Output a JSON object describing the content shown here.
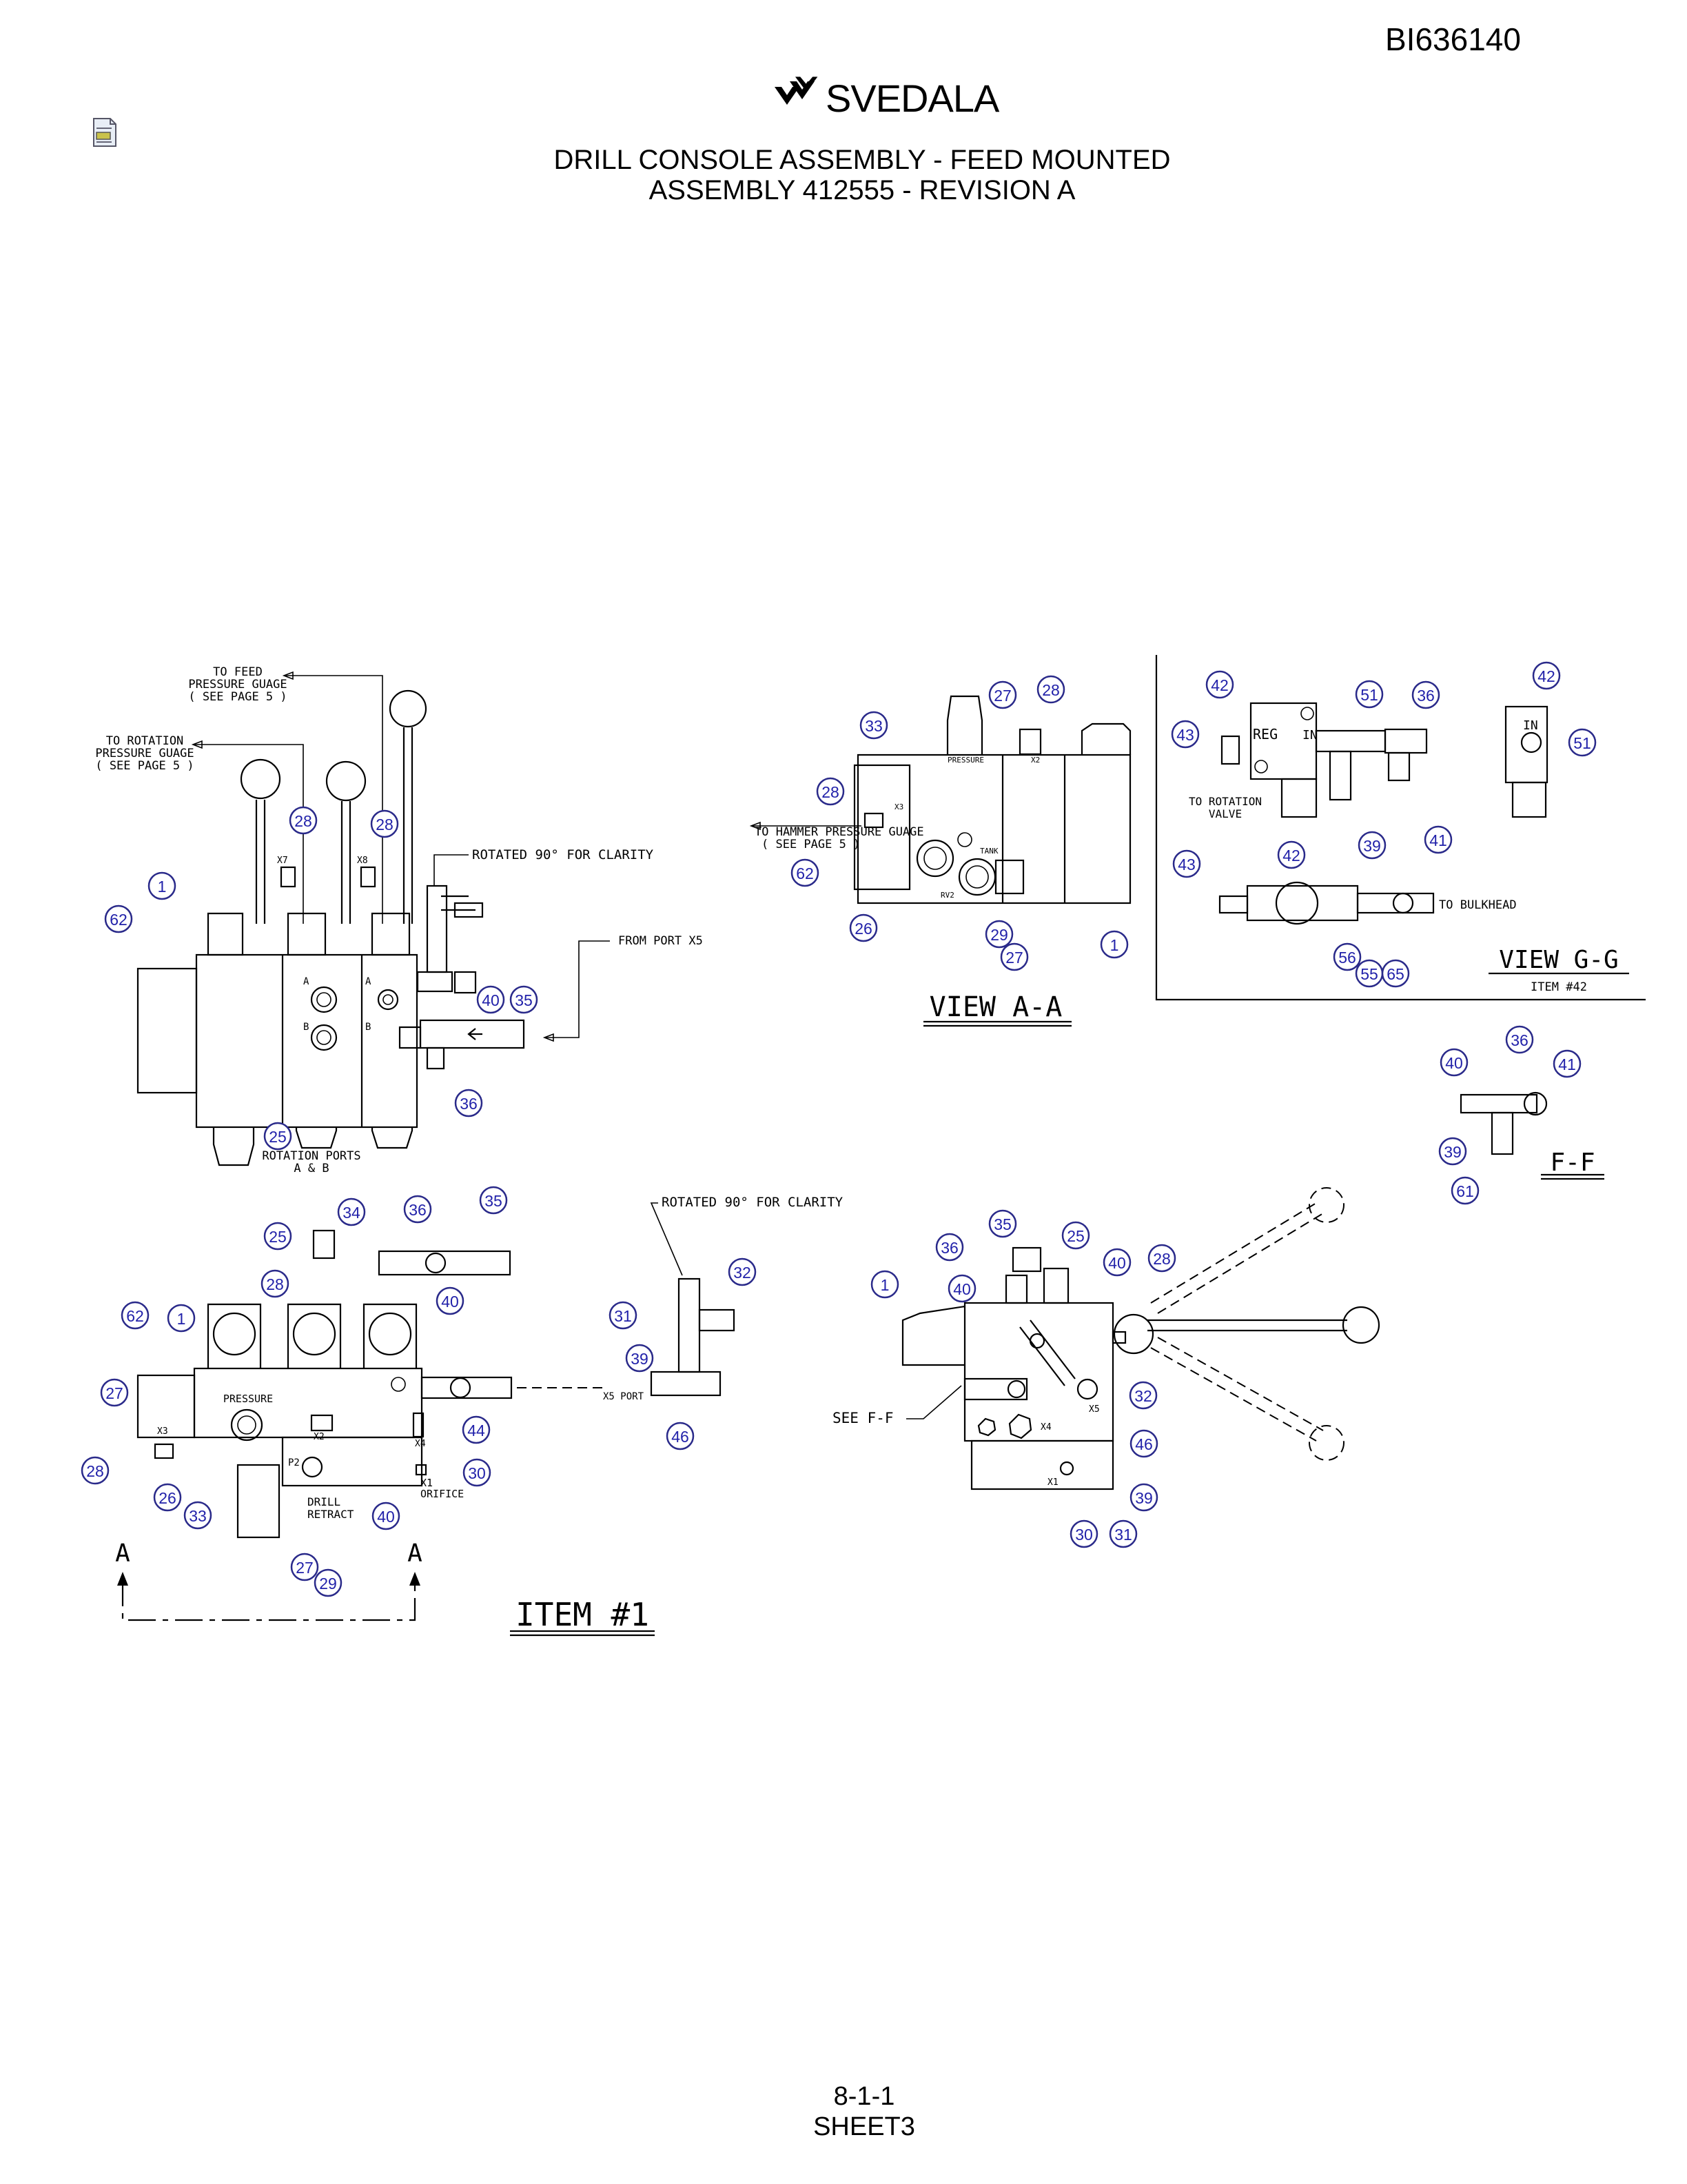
{
  "header": {
    "doc_number": "BI636140",
    "brand": "SVEDALA",
    "title_line1": "DRILL CONSOLE ASSEMBLY - FEED MOUNTED",
    "title_line2": "ASSEMBLY 412555 - REVISION A"
  },
  "footer": {
    "page": "8-1-1",
    "sheet": "SHEET3"
  },
  "notes": {
    "to_feed_1": "TO FEED",
    "to_feed_2": "PRESSURE GUAGE",
    "to_feed_3": "( SEE PAGE 5 )",
    "to_rot_1": "TO ROTATION",
    "to_rot_2": "PRESSURE GUAGE",
    "to_rot_3": "( SEE PAGE 5 )",
    "rotated_90": "ROTATED 90° FOR CLARITY",
    "from_port_x5": "FROM PORT X5",
    "rotation_ports_1": "ROTATION PORTS",
    "rotation_ports_2": "A & B",
    "to_hammer_1": "TO HAMMER PRESSURE GUAGE",
    "to_hammer_2": "( SEE PAGE 5 )",
    "view_aa": "VIEW A-A",
    "to_rotation_valve_1": "TO ROTATION",
    "to_rotation_valve_2": "VALVE",
    "to_bulkhead": "TO BULKHEAD",
    "view_gg": "VIEW G-G",
    "item_42": "ITEM #42",
    "view_ff": "F-F",
    "pressure": "PRESSURE",
    "drill_retract_1": "DRILL",
    "drill_retract_2": "RETRACT",
    "x1_orifice_1": "X1",
    "x1_orifice_2": "ORIFICE",
    "x5_port": "X5 PORT",
    "see_ff": "SEE F-F",
    "item_1": "ITEM #1",
    "section_a": "A",
    "reg": "REG",
    "in": "IN",
    "tank": "TANK",
    "port_a": "A",
    "port_b": "B",
    "x2": "X2",
    "x3": "X3",
    "x4": "X4",
    "x5": "X5",
    "x7": "X7",
    "x8": "X8",
    "p2": "P2",
    "x1": "X1",
    "rv2": "RV2"
  },
  "balloons": [
    {
      "n": "28"
    },
    {
      "n": "28"
    },
    {
      "n": "1"
    },
    {
      "n": "62"
    },
    {
      "n": "40"
    },
    {
      "n": "35"
    },
    {
      "n": "36"
    },
    {
      "n": "25"
    },
    {
      "n": "27"
    },
    {
      "n": "28"
    },
    {
      "n": "33"
    },
    {
      "n": "28"
    },
    {
      "n": "62"
    },
    {
      "n": "26"
    },
    {
      "n": "29"
    },
    {
      "n": "27"
    },
    {
      "n": "1"
    },
    {
      "n": "42"
    },
    {
      "n": "43"
    },
    {
      "n": "51"
    },
    {
      "n": "36"
    },
    {
      "n": "42"
    },
    {
      "n": "51"
    },
    {
      "n": "39"
    },
    {
      "n": "41"
    },
    {
      "n": "43"
    },
    {
      "n": "42"
    },
    {
      "n": "56"
    },
    {
      "n": "55"
    },
    {
      "n": "65"
    },
    {
      "n": "40"
    },
    {
      "n": "36"
    },
    {
      "n": "41"
    },
    {
      "n": "39"
    },
    {
      "n": "61"
    },
    {
      "n": "34"
    },
    {
      "n": "36"
    },
    {
      "n": "35"
    },
    {
      "n": "25"
    },
    {
      "n": "28"
    },
    {
      "n": "40"
    },
    {
      "n": "62"
    },
    {
      "n": "1"
    },
    {
      "n": "27"
    },
    {
      "n": "44"
    },
    {
      "n": "30"
    },
    {
      "n": "28"
    },
    {
      "n": "26"
    },
    {
      "n": "33"
    },
    {
      "n": "40"
    },
    {
      "n": "27"
    },
    {
      "n": "29"
    },
    {
      "n": "32"
    },
    {
      "n": "31"
    },
    {
      "n": "39"
    },
    {
      "n": "46"
    },
    {
      "n": "35"
    },
    {
      "n": "36"
    },
    {
      "n": "25"
    },
    {
      "n": "40"
    },
    {
      "n": "28"
    },
    {
      "n": "1"
    },
    {
      "n": "40"
    },
    {
      "n": "32"
    },
    {
      "n": "46"
    },
    {
      "n": "39"
    },
    {
      "n": "30"
    },
    {
      "n": "31"
    }
  ]
}
